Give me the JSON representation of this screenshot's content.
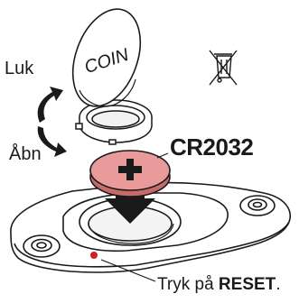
{
  "labels": {
    "close": "Luk",
    "open": "Åbn",
    "battery": "CR2032",
    "coin_text": "COIN",
    "reset_prefix": "Tryk på ",
    "reset_bold": "RESET",
    "reset_suffix": "."
  },
  "icons": {
    "coin_cover": "coin-cover-icon",
    "battery": "battery-icon",
    "insert_arrow": "insert-arrow-icon",
    "rotate_arrows": "rotate-arrows-icon",
    "weee_bin": "crossed-out-bin-icon",
    "sensor_pod": "sensor-pod-icon"
  },
  "colors": {
    "line": "#1a1a1a",
    "battery_fill": "#e99a9a",
    "battery_edge": "#c96a6a",
    "reset_button": "#d42020"
  }
}
